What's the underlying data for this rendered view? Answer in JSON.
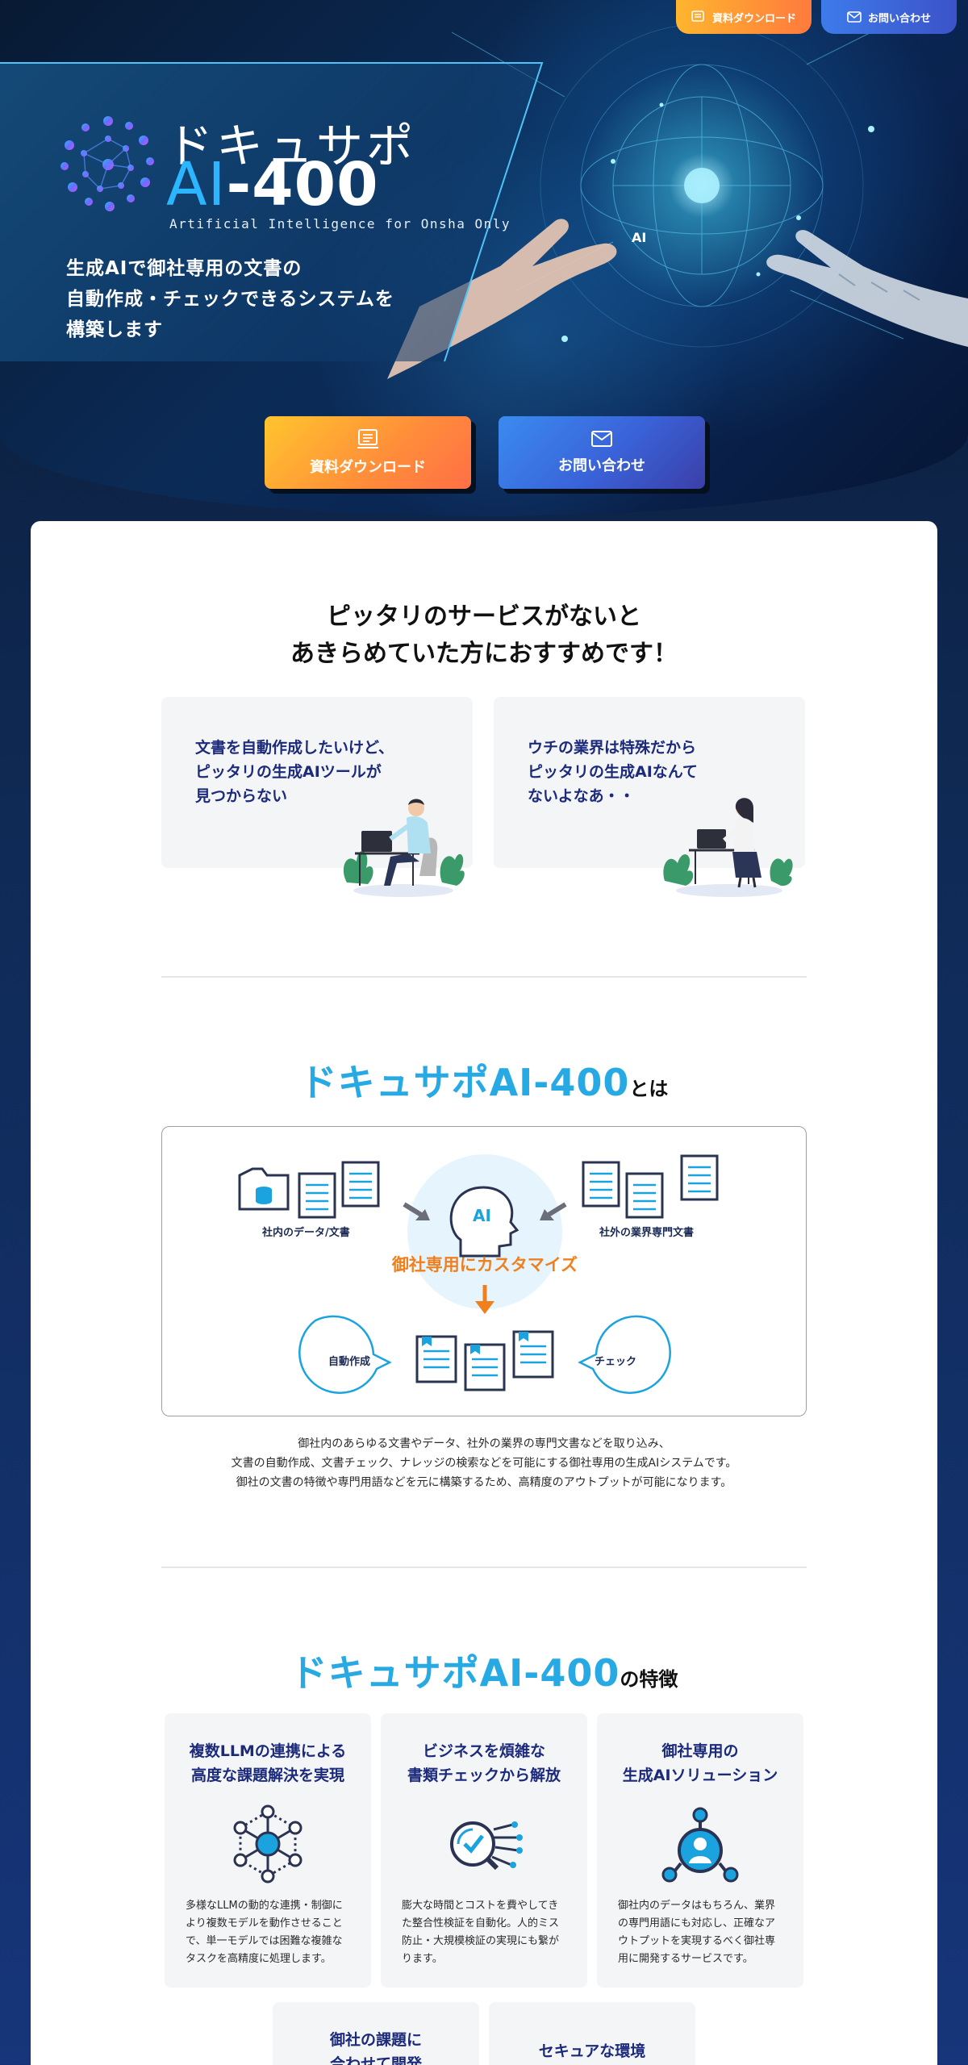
{
  "header": {
    "download_label": "資料ダウンロード",
    "contact_label": "お問い合わせ",
    "download_icon": "document-icon",
    "contact_icon": "mail-icon",
    "download_color": "#ff8c3a",
    "contact_color": "#3a62d8"
  },
  "hero": {
    "logo_kana": "ドキュサポ",
    "logo_ai": "AI",
    "logo_num": "-400",
    "logo_sub": "Artificial Intelligence for Onsha Only",
    "catch_lines": [
      "生成AIで御社専用の文書の",
      "自動作成・チェックできるシステムを",
      "構築します"
    ],
    "image_ai_label": "AI"
  },
  "cta": {
    "download_label": "資料ダウンロード",
    "contact_label": "お問い合わせ"
  },
  "problems": {
    "title_lines": [
      "ピッタリのサービスがないと",
      "あきらめていた方におすすめです！"
    ],
    "items": [
      {
        "lines": [
          "文書を自動作成したいけど、",
          "ピッタリの生成AIツールが",
          "見つからない"
        ]
      },
      {
        "lines": [
          "ウチの業界は特殊だから",
          "ピッタリの生成AIなんて",
          "ないよなあ・・"
        ]
      }
    ]
  },
  "about": {
    "brand": "ドキュサポAI-400",
    "suffix": "とは",
    "diagram": {
      "left_label": "社内のデータ/文書",
      "right_label": "社外の業界専門文書",
      "center_label": "AI",
      "custom_label": "御社専用にカスタマイズ",
      "bubble_left": "自動作成",
      "bubble_right": "チェック"
    },
    "desc_lines": [
      "御社内のあらゆる文書やデータ、社外の業界の専門文書などを取り込み、",
      "文書の自動作成、文書チェック、ナレッジの検索などを可能にする御社専用の生成AIシステムです。",
      "御社の文書の特徴や専門用語などを元に構築するため、高精度のアウトプットが可能になります。"
    ]
  },
  "features": {
    "brand": "ドキュサポAI-400",
    "suffix": "の特徴",
    "items": [
      {
        "title_lines": [
          "複数LLMの連携による",
          "高度な課題解決を実現"
        ],
        "icon": "network-icon",
        "desc_lines": [
          "多様なLLMの動的な連携・制御に",
          "より複数モデルを動作させること",
          "で、単一モデルでは困難な複雑な",
          "タスクを高精度に処理します。"
        ]
      },
      {
        "title_lines": [
          "ビジネスを煩雑な",
          "書類チェックから解放"
        ],
        "icon": "magnifier-check-icon",
        "desc_lines": [
          "膨大な時間とコストを費やしてき",
          "た整合性検証を自動化。人的ミス",
          "防止・大規模検証の実現にも繋が",
          "ります。"
        ]
      },
      {
        "title_lines": [
          "御社専用の",
          "生成AIソリューション"
        ],
        "icon": "user-hub-icon",
        "desc_lines": [
          "御社内のデータはもちろん、業界",
          "の専門用語にも対応し、正確なア",
          "ウトプットを実現するべく御社専",
          "用に開発するサービスです。"
        ]
      },
      {
        "title_lines": [
          "御社の課題に",
          "合わせて開発"
        ]
      },
      {
        "title_lines": [
          "セキュアな環境"
        ]
      }
    ]
  }
}
